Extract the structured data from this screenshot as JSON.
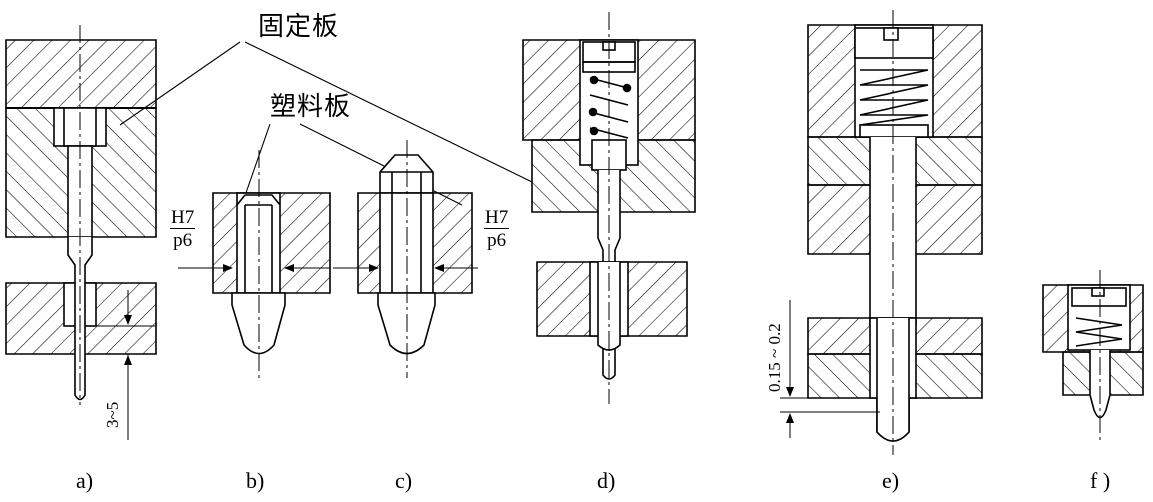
{
  "labels": {
    "fixed_plate": "固定板",
    "plastic_plate": "塑料板"
  },
  "fits": {
    "b": {
      "hole": "H7",
      "shaft": "p6"
    },
    "c": {
      "hole": "H7",
      "shaft": "p6"
    }
  },
  "dimensions": {
    "a_protrusion": "3~5",
    "e_gap": "0.15 ~ 0.2"
  },
  "subfigures": [
    "a)",
    "b)",
    "c)",
    "d)",
    "e)",
    "f )"
  ],
  "colors": {
    "line": "#000000",
    "background": "#ffffff"
  }
}
